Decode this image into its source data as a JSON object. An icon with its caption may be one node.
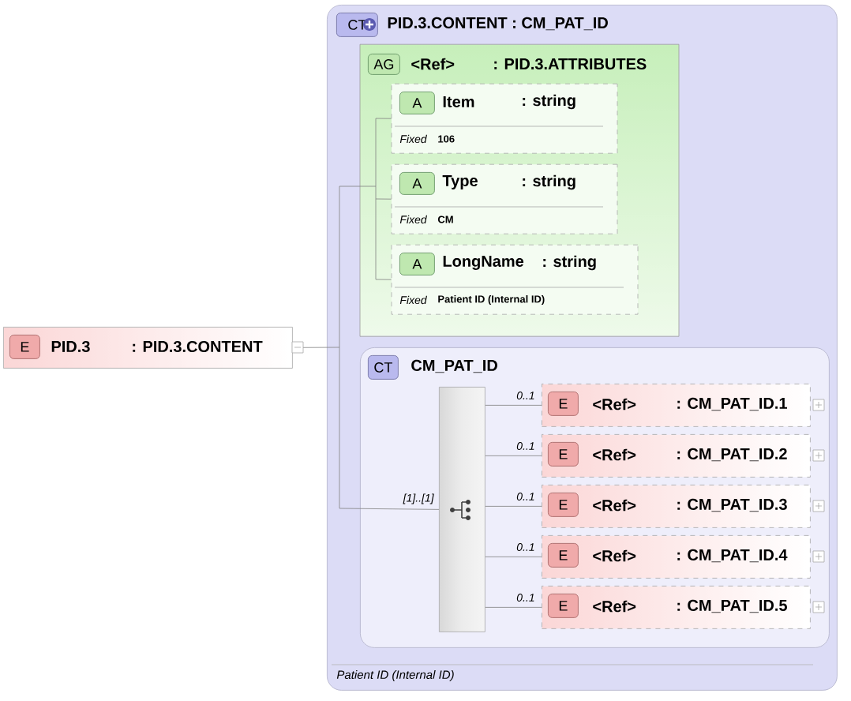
{
  "diagram": {
    "nodes": [
      {
        "text": [
          "E",
          "PID.3",
          ": PID.3.CONTENT"
        ]
      },
      {
        "text": [
          "CT",
          "PID.3.CONTENT : CM_PAT_ID",
          "Patient ID (Internal ID)"
        ]
      },
      {
        "text": [
          "AG",
          "<Ref>",
          ": PID.3.ATTRIBUTES"
        ],
        "in": 1
      },
      {
        "text": [
          "A",
          "Item",
          ": string",
          "Fixed",
          "106"
        ],
        "in": 2
      },
      {
        "text": [
          "A",
          "Type",
          ": string",
          "Fixed",
          "CM"
        ],
        "in": 2
      },
      {
        "text": [
          "A",
          "LongName",
          ": string",
          "Fixed",
          "Patient ID (Internal ID)"
        ],
        "in": 2
      },
      {
        "text": [
          "CT",
          "CM_PAT_ID"
        ],
        "in": 1
      },
      {
        "text": [],
        "shape": "box",
        "in": 6
      },
      {
        "text": [
          "E",
          "<Ref>",
          ": CM_PAT_ID.1"
        ],
        "in": 6
      },
      {
        "text": [
          "E",
          "<Ref>",
          ": CM_PAT_ID.2"
        ],
        "in": 6
      },
      {
        "text": [
          "E",
          "<Ref>",
          ": CM_PAT_ID.3"
        ],
        "in": 6
      },
      {
        "text": [
          "E",
          "<Ref>",
          ": CM_PAT_ID.4"
        ],
        "in": 6
      },
      {
        "text": [
          "E",
          "<Ref>",
          ": CM_PAT_ID.5"
        ],
        "in": 6
      }
    ],
    "edges": [
      {
        "from": 0,
        "to": 3,
        "arrow": "none"
      },
      {
        "from": 0,
        "to": 4,
        "arrow": "none"
      },
      {
        "from": 0,
        "to": 5,
        "arrow": "none"
      },
      {
        "from": 0,
        "to": 7,
        "arrow": "none",
        "label": "[1]..[1]"
      },
      {
        "from": 7,
        "to": 8,
        "arrow": "none",
        "label": "0..1"
      },
      {
        "from": 7,
        "to": 9,
        "arrow": "none",
        "label": "0..1"
      },
      {
        "from": 7,
        "to": 10,
        "arrow": "none",
        "label": "0..1"
      },
      {
        "from": 7,
        "to": 11,
        "arrow": "none",
        "label": "0..1"
      },
      {
        "from": 7,
        "to": 12,
        "arrow": "none",
        "label": "0..1"
      }
    ]
  }
}
